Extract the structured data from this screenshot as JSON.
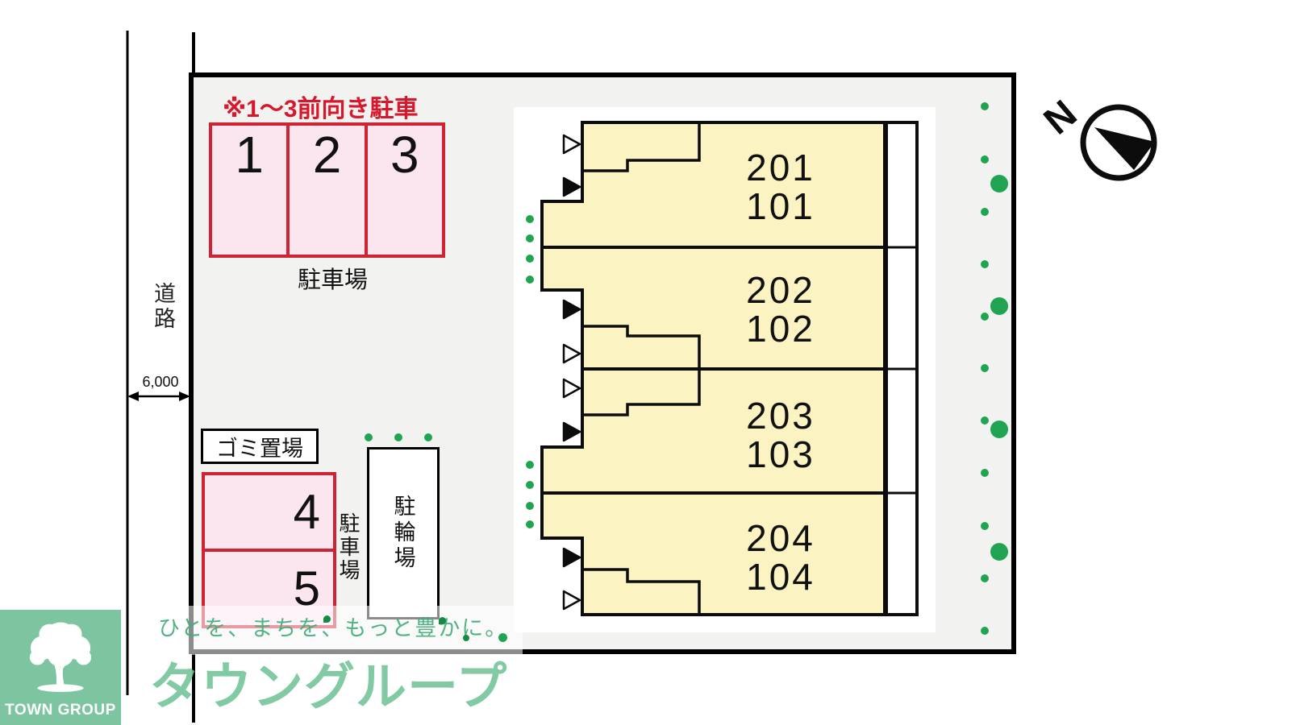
{
  "site": {
    "front_parking_note": "※1〜3前向き駐車",
    "front_spaces": [
      "1",
      "2",
      "3"
    ],
    "front_parking_label": "駐車場",
    "side_spaces": [
      "4",
      "5"
    ],
    "side_parking_label": "駐車場",
    "garbage_label": "ゴミ置場",
    "bicycle_label": "駐輪場",
    "road_label": "道路",
    "road_width": "6,000",
    "compass_n": "N"
  },
  "building": {
    "units": [
      {
        "upper": "201",
        "lower": "101"
      },
      {
        "upper": "202",
        "lower": "102"
      },
      {
        "upper": "203",
        "lower": "103"
      },
      {
        "upper": "204",
        "lower": "104"
      }
    ]
  },
  "branding": {
    "logo_text": "TOWN GROUP",
    "tagline": "ひとを、まちを、もっと豊かに。",
    "company": "タウングループ"
  },
  "colors": {
    "accent_red": "#cf2233",
    "note_red": "#d7182c",
    "parking_pink": "#fbe5ef",
    "unit_yellow": "#fbf3c1",
    "tree_green": "#21a452",
    "brand_green": "#6fc396",
    "logo_green": "#7cc5a0",
    "plot_gray": "#f2f3f1"
  }
}
